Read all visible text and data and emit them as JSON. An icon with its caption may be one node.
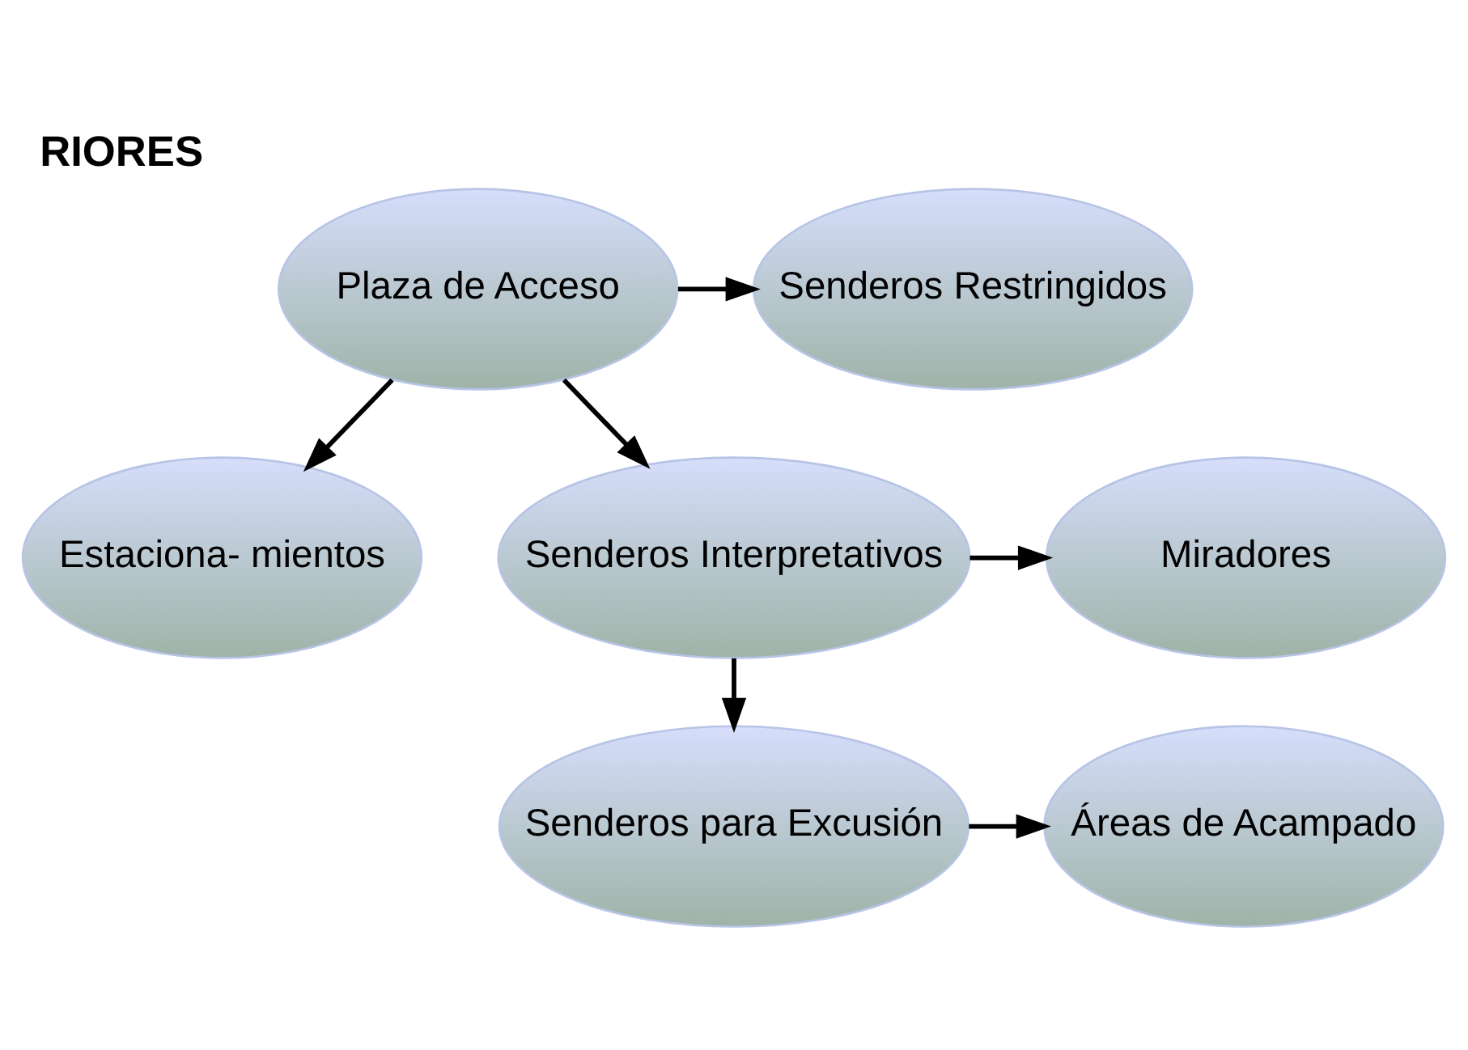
{
  "diagram": {
    "title": "RIORES",
    "nodes": [
      {
        "text": [
          "Plaza de Acceso"
        ]
      },
      {
        "text": [
          "Senderos Restringidos"
        ]
      },
      {
        "text": [
          "Estaciona- mientos"
        ]
      },
      {
        "text": [
          "Senderos Interpretativos"
        ]
      },
      {
        "text": [
          "Miradores"
        ]
      },
      {
        "text": [
          "Senderos para Excusión"
        ]
      },
      {
        "text": [
          "Áreas de Acampado"
        ]
      }
    ],
    "edges": [
      {
        "from": 0,
        "to": 1,
        "arrow": "to"
      },
      {
        "from": 0,
        "to": 2,
        "arrow": "to"
      },
      {
        "from": 0,
        "to": 3,
        "arrow": "to"
      },
      {
        "from": 3,
        "to": 4,
        "arrow": "to"
      },
      {
        "from": 3,
        "to": 5,
        "arrow": "to"
      },
      {
        "from": 5,
        "to": 6,
        "arrow": "to"
      }
    ]
  }
}
